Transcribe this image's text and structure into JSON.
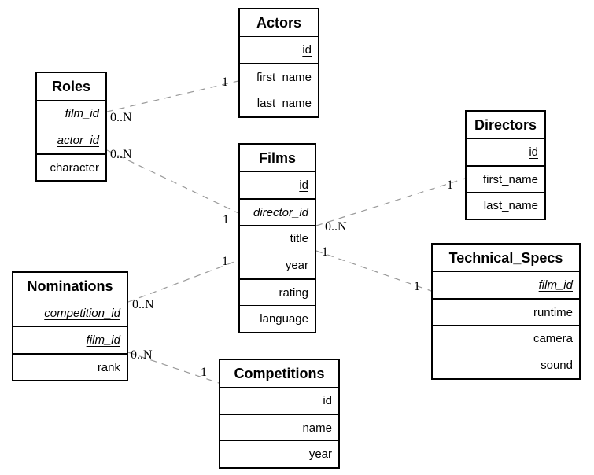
{
  "entities": [
    {
      "title": "Actors",
      "columns": [
        {
          "label": "id"
        },
        {
          "label": "first_name"
        },
        {
          "label": "last_name"
        }
      ]
    },
    {
      "title": "Roles",
      "columns": [
        {
          "label": "film_id"
        },
        {
          "label": "actor_id"
        },
        {
          "label": "character"
        }
      ]
    },
    {
      "title": "Films",
      "columns": [
        {
          "label": "id"
        },
        {
          "label": "director_id"
        },
        {
          "label": "title"
        },
        {
          "label": "year"
        },
        {
          "label": "rating"
        },
        {
          "label": "language"
        }
      ]
    },
    {
      "title": "Directors",
      "columns": [
        {
          "label": "id"
        },
        {
          "label": "first_name"
        },
        {
          "label": "last_name"
        }
      ]
    },
    {
      "title": "Nominations",
      "columns": [
        {
          "label": "competition_id"
        },
        {
          "label": "film_id"
        },
        {
          "label": "rank"
        }
      ]
    },
    {
      "title": "Technical_Specs",
      "columns": [
        {
          "label": "film_id"
        },
        {
          "label": "runtime"
        },
        {
          "label": "camera"
        },
        {
          "label": "sound"
        }
      ]
    },
    {
      "title": "Competitions",
      "columns": [
        {
          "label": "id"
        },
        {
          "label": "name"
        },
        {
          "label": "year"
        }
      ]
    }
  ],
  "relations": [
    {
      "from": "Roles",
      "to": "Actors",
      "from_label": "0..N",
      "to_label": "1"
    },
    {
      "from": "Roles",
      "to": "Films",
      "from_label": "0..N",
      "to_label": "1"
    },
    {
      "from": "Films",
      "to": "Directors",
      "from_label": "0..N",
      "to_label": "1"
    },
    {
      "from": "Films",
      "to": "Technical_Specs",
      "from_label": "1",
      "to_label": "1"
    },
    {
      "from": "Nominations",
      "to": "Films",
      "from_label": "0..N",
      "to_label": "1"
    },
    {
      "from": "Nominations",
      "to": "Competitions",
      "from_label": "0..N",
      "to_label": "1"
    }
  ],
  "colors": {
    "background": "#ffffff",
    "box_border": "#000000",
    "text": "#000000",
    "relationship_line": "#999999"
  }
}
